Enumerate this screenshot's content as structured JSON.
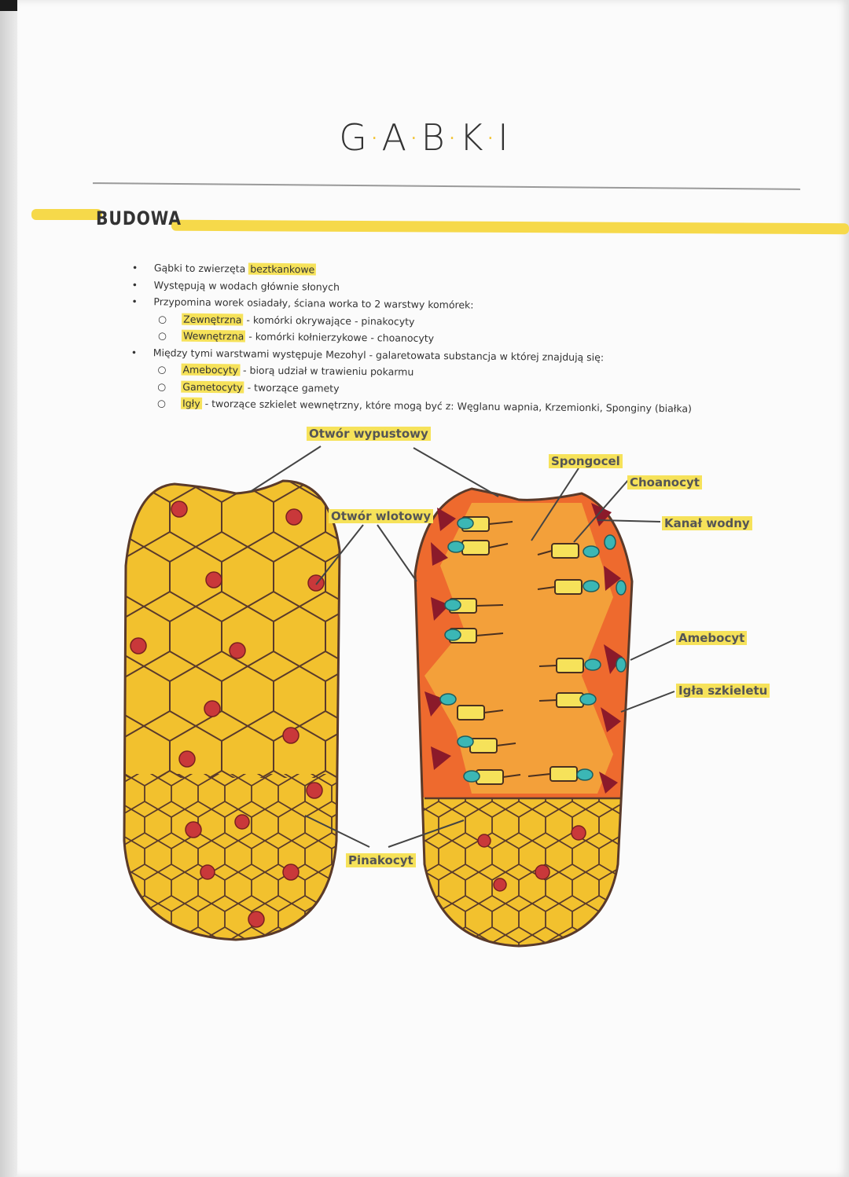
{
  "title": "GABKI",
  "title_letters": [
    "G",
    "A",
    "B",
    "K",
    "I"
  ],
  "section": "BUDOWA",
  "bullets": [
    {
      "level": 1,
      "pre": "Gąbki to zwierzęta ",
      "hl": "beztkankowe",
      "post": ""
    },
    {
      "level": 1,
      "pre": "Występują w wodach głównie słonych",
      "hl": "",
      "post": ""
    },
    {
      "level": 1,
      "pre": "Przypomina worek osiadały, ściana worka to 2 warstwy komórek:",
      "hl": "",
      "post": ""
    },
    {
      "level": 2,
      "pre": "",
      "hl": "Zewnętrzna",
      "post": " - komórki okrywające - pinakocyty"
    },
    {
      "level": 2,
      "pre": "",
      "hl": "Wewnętrzna",
      "post": " - komórki kołnierzykowe - choanocyty"
    },
    {
      "level": 1,
      "pre": "Między tymi warstwami występuje Mezohyl - galaretowata substancja w której znajdują się:",
      "hl": "",
      "post": ""
    },
    {
      "level": 2,
      "pre": "",
      "hl": "Amebocyty",
      "post": " - biorą udział w trawieniu pokarmu"
    },
    {
      "level": 2,
      "pre": "",
      "hl": "Gametocyty",
      "post": " - tworzące gamety"
    },
    {
      "level": 2,
      "pre": "",
      "hl": "Igły",
      "post": " - tworzące szkielet wewnętrzny, które mogą być z: Węglanu wapnia, Krzemionki, Sponginy (białka)"
    }
  ],
  "labels": {
    "otwor_wypustowy": "Otwór wypustowy",
    "spongocel": "Spongocel",
    "choanocyt": "Choanocyt",
    "otwor_wlotowy": "Otwór wlotowy",
    "kanal_wodny": "Kanał wodny",
    "amebocyt": "Amebocyt",
    "igla_szkieletu": "Igła szkieletu",
    "pinakocyt": "Pinakocyt"
  },
  "colors": {
    "highlight": "#f6e25a",
    "body_yellow": "#f2c12e",
    "outer_orange": "#ee6a2e",
    "inner_orange": "#f3a03a",
    "dot_red": "#c9383a",
    "cell_teal": "#3bb7b5",
    "triangle_dark": "#8b1a2a"
  }
}
